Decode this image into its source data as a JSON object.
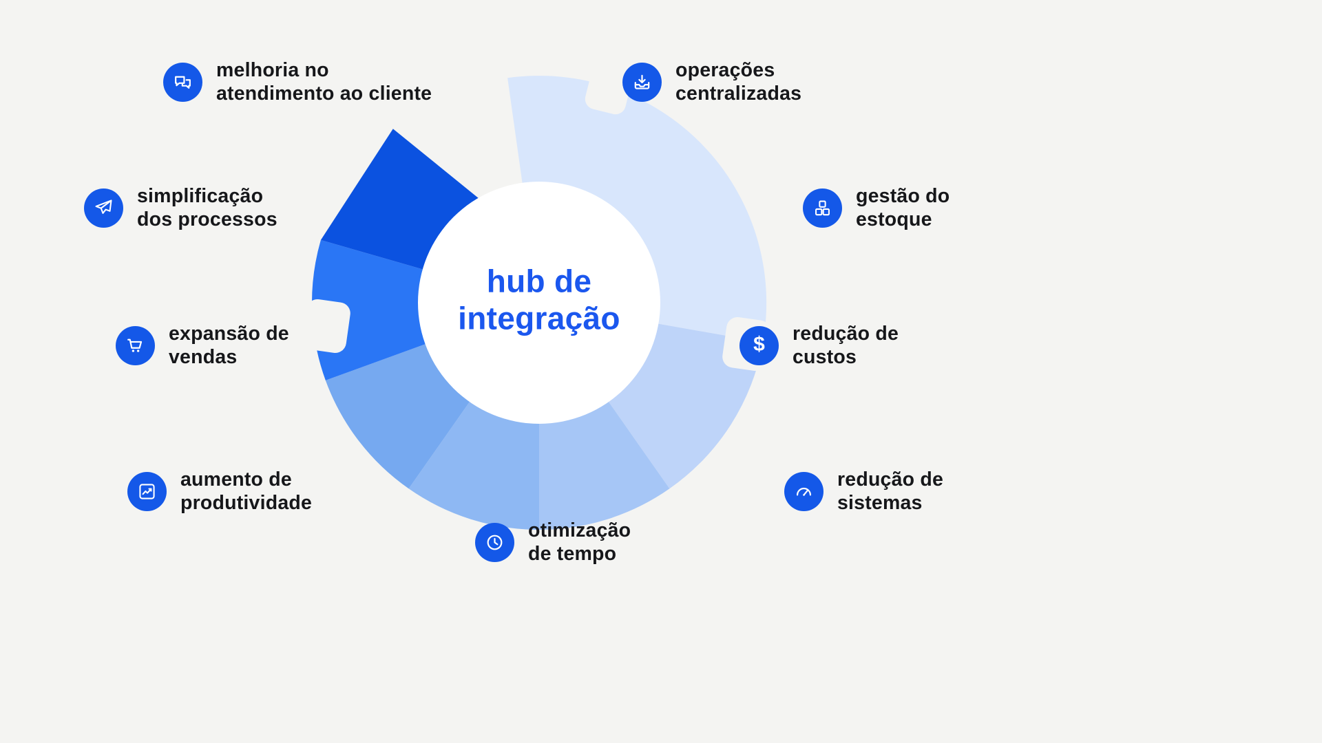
{
  "background_color": "#f4f4f2",
  "center": {
    "line1": "hub de",
    "line2": "integração",
    "text_color": "#1b57ee"
  },
  "icon_style": {
    "bg_color": "#1458e8",
    "glyph_color": "#ffffff"
  },
  "icons": {
    "dollar_glyph": "$"
  },
  "items": [
    {
      "icon": "chat-icon",
      "lines": [
        "melhoria no",
        "atendimento ao cliente"
      ]
    },
    {
      "icon": "inbox-icon",
      "lines": [
        "operações",
        "centralizadas"
      ]
    },
    {
      "icon": "cubes-icon",
      "lines": [
        "gestão do",
        "estoque"
      ]
    },
    {
      "icon": "dollar-icon",
      "lines": [
        "redução de",
        "custos"
      ]
    },
    {
      "icon": "gauge-icon",
      "lines": [
        "redução de",
        "sistemas"
      ]
    },
    {
      "icon": "clock-icon",
      "lines": [
        "otimização",
        "de tempo"
      ]
    },
    {
      "icon": "chart-icon",
      "lines": [
        "aumento de",
        "produtividade"
      ]
    },
    {
      "icon": "cart-icon",
      "lines": [
        "expansão de",
        "vendas"
      ]
    },
    {
      "icon": "paper-plane-icon",
      "lines": [
        "simplificação",
        "dos processos"
      ]
    }
  ],
  "chart_data": {
    "type": "donut",
    "title": "hub de integração",
    "center_label": "hub de integração",
    "outer_radius": 330,
    "inner_radius": 175,
    "segments": [
      {
        "start_deg": 352,
        "end_deg": 100,
        "color": "#d8e6fc",
        "shape": "arc"
      },
      {
        "start_deg": 100,
        "end_deg": 145,
        "color": "#bed4f9",
        "shape": "arc"
      },
      {
        "start_deg": 145,
        "end_deg": 180,
        "color": "#a6c6f6",
        "shape": "arc"
      },
      {
        "start_deg": 180,
        "end_deg": 215,
        "color": "#8eb8f3",
        "shape": "arc"
      },
      {
        "start_deg": 215,
        "end_deg": 250,
        "color": "#76a9f0",
        "shape": "arc"
      },
      {
        "start_deg": 250,
        "end_deg": 286,
        "color": "#2a76f5",
        "shape": "arc"
      },
      {
        "start_deg": 286,
        "end_deg": 330,
        "color": "#0b52e0",
        "shape": "arrow"
      }
    ]
  }
}
